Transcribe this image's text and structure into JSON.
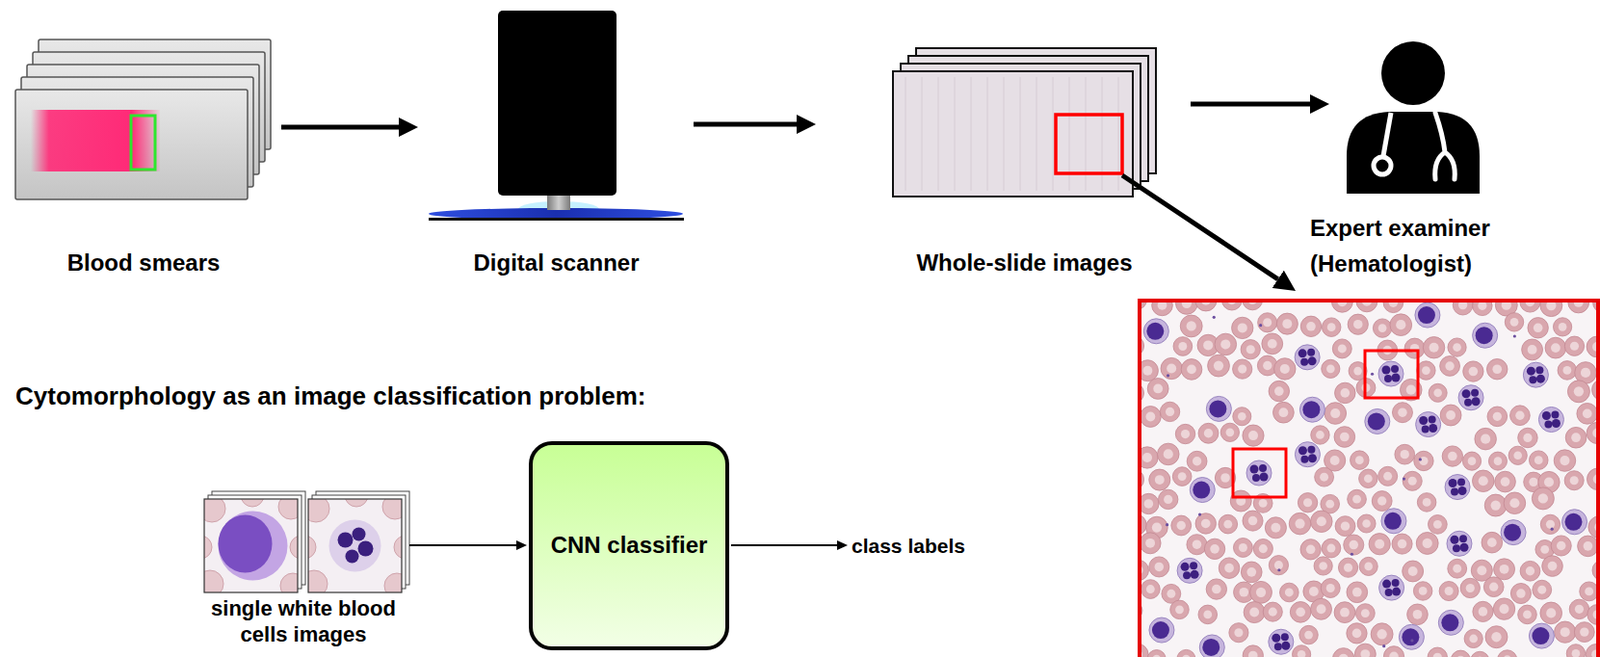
{
  "diagram": {
    "nodes": [
      {
        "text": [
          "Blood smears"
        ]
      },
      {
        "text": [
          "Digital scanner"
        ]
      },
      {
        "text": [
          "Whole-slide images"
        ]
      },
      {
        "text": [
          "Expert examiner (Hematologist)"
        ]
      },
      {
        "text": [
          "single white blood cells images"
        ]
      },
      {
        "text": [
          "CNN classifier"
        ]
      },
      {
        "text": [
          "class labels"
        ]
      }
    ],
    "edges": [
      {
        "from": 0,
        "to": 1,
        "arrow": "to"
      },
      {
        "from": 1,
        "to": 2,
        "arrow": "to"
      },
      {
        "from": 2,
        "to": 3,
        "arrow": "to"
      },
      {
        "from": 4,
        "to": 5,
        "arrow": "to"
      },
      {
        "from": 5,
        "to": 6,
        "arrow": "to"
      }
    ],
    "labels": [
      "Cytomorphology as an image classification problem:"
    ]
  }
}
